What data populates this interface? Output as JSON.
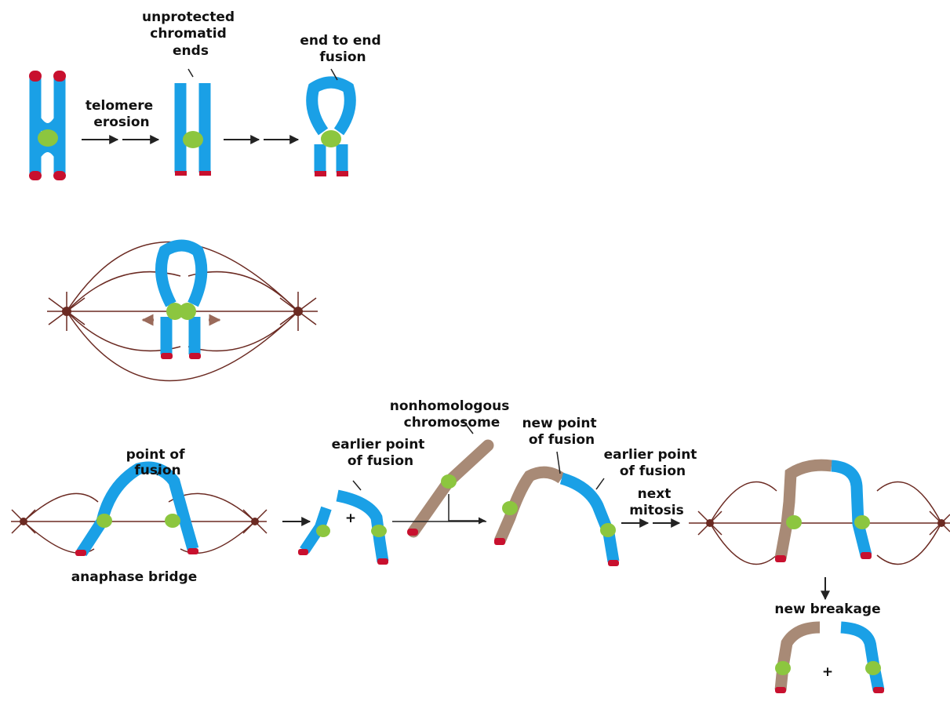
{
  "labels": {
    "unprotected_chromatid_ends": [
      "unprotected",
      "chromatid",
      "ends"
    ],
    "end_to_end_fusion": [
      "end to end",
      "fusion"
    ],
    "telomere_erosion": [
      "telomere",
      "erosion"
    ],
    "point_of_fusion": [
      "point of",
      "fusion"
    ],
    "anaphase_bridge": "anaphase bridge",
    "plus_1": "+",
    "earlier_point_of_fusion_1": [
      "earlier point",
      "of fusion"
    ],
    "nonhomologous_chromosome": [
      "nonhomologous",
      "chromosome"
    ],
    "new_point_of_fusion": [
      "new point",
      "of fusion"
    ],
    "earlier_point_of_fusion_2": [
      "earlier point",
      "of fusion"
    ],
    "next_mitosis": [
      "next",
      "mitosis"
    ],
    "new_breakage": "new breakage",
    "plus_2": "+"
  },
  "colors": {
    "chromatid": "#1aa0e6",
    "telomere": "#c8102e",
    "centromere": "#8cc63f",
    "nonhomologous": "#a88a76",
    "spindle": "#6b2a22",
    "arrow": "#222222"
  }
}
